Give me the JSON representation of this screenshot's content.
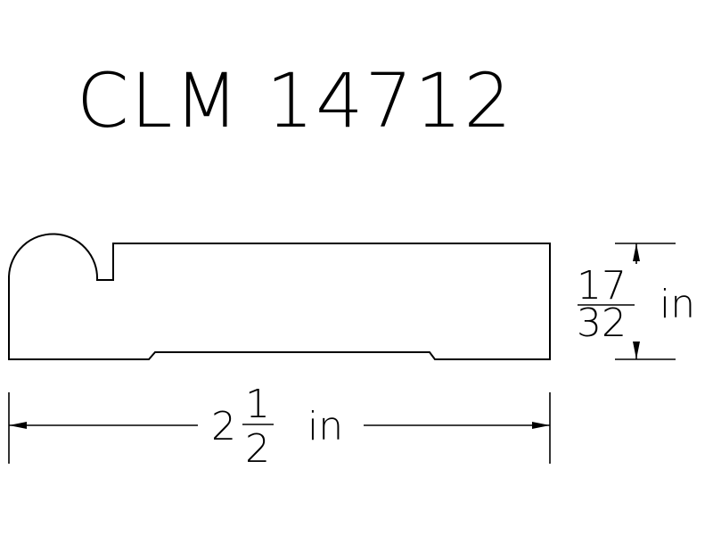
{
  "drawing": {
    "title": "CLM 14712",
    "width_dimension": {
      "whole": "2",
      "numerator": "1",
      "denominator": "2",
      "unit": "in"
    },
    "height_dimension": {
      "numerator": "17",
      "denominator": "32",
      "unit": "in"
    }
  }
}
